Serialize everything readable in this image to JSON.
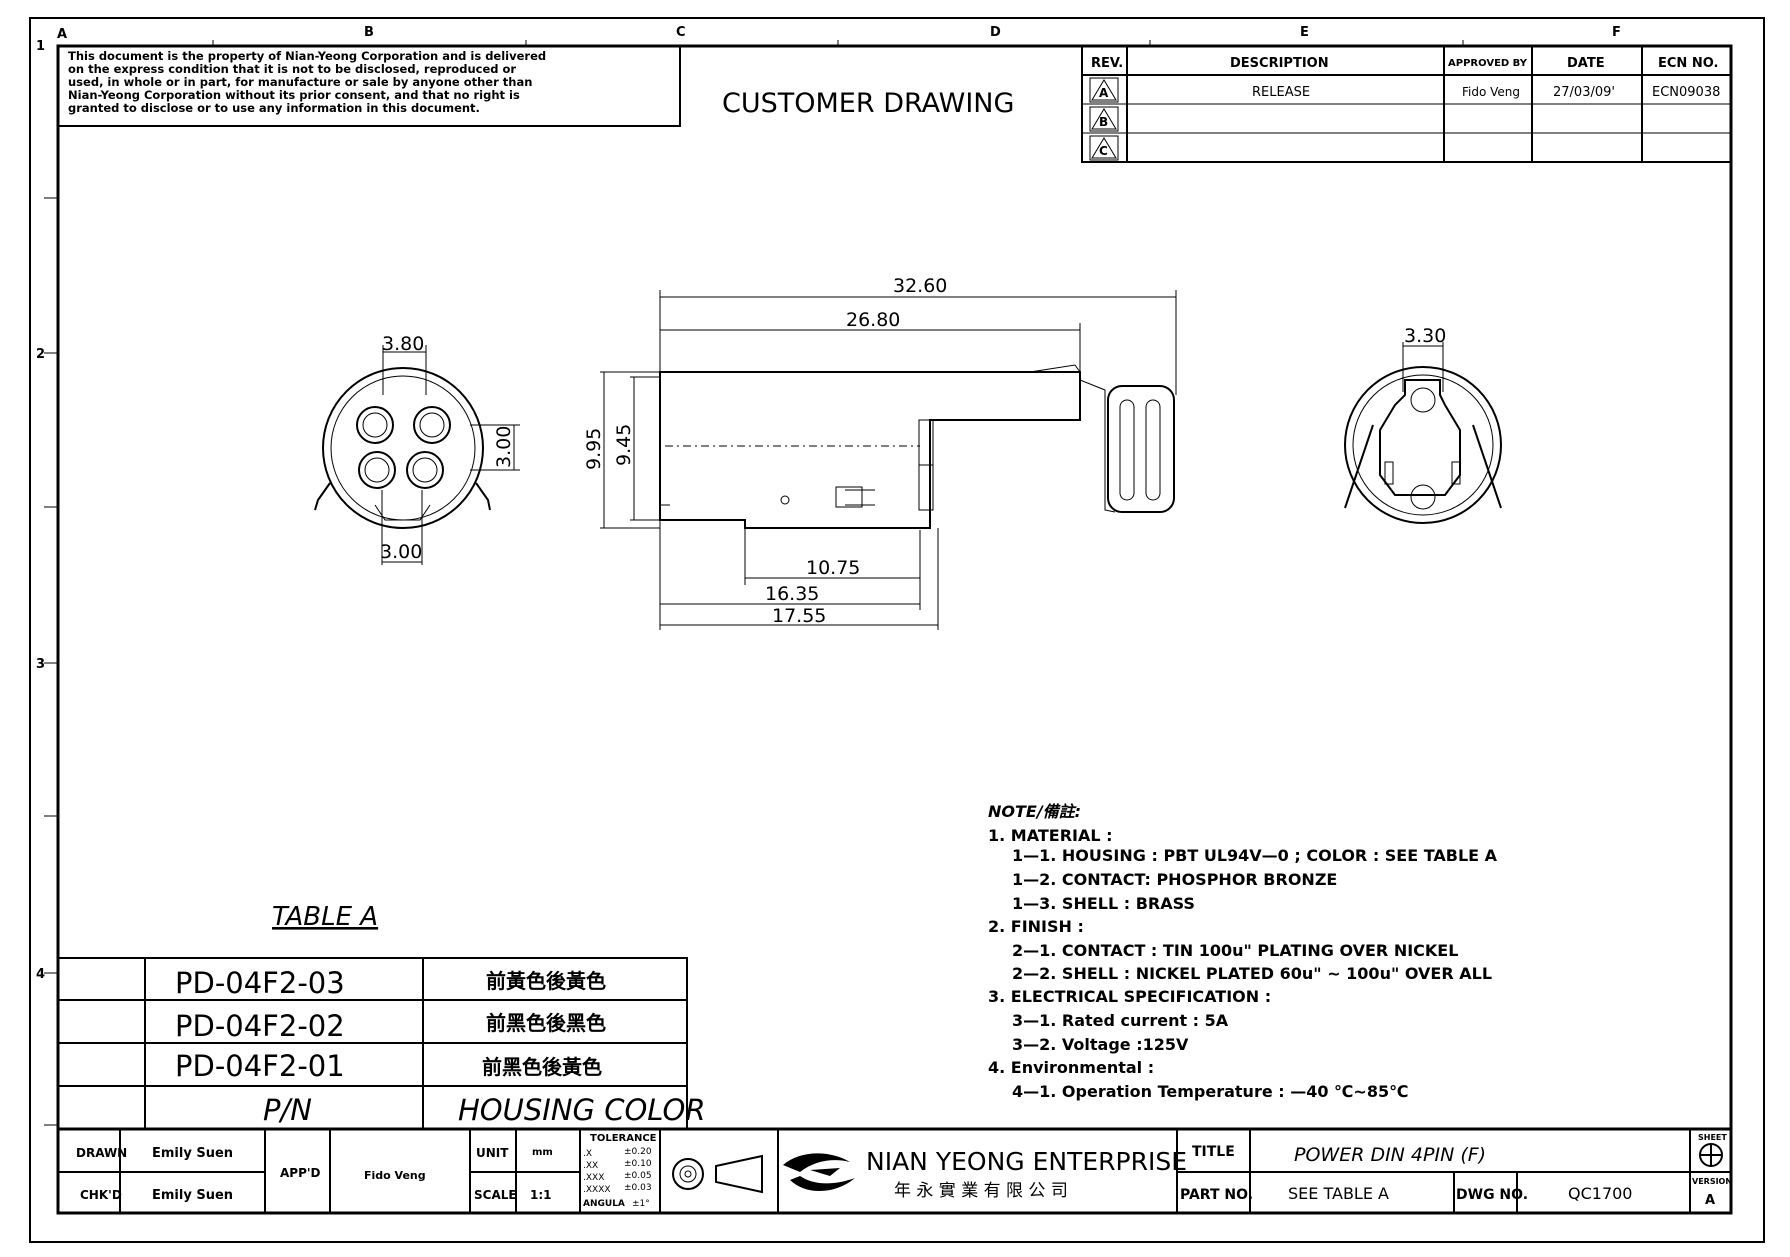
{
  "legal_notice": [
    "This document is the property of Nian-Yeong Corporation and is delivered",
    "on  the  express condition that it is not to be disclosed, reproduced or",
    "used, in whole or in part, for manufacture or sale by anyone other than",
    "Nian-Yeong Corporation without  its prior consent, and that  no right  is",
    "granted  to disclose or to use any information in this  document."
  ],
  "heading": "CUSTOMER  DRAWING",
  "zone_columns": [
    "A",
    "B",
    "C",
    "D",
    "E",
    "F"
  ],
  "zone_rows": [
    "1",
    "2",
    "3",
    "4"
  ],
  "revision_table": {
    "headers": [
      "REV.",
      "DESCRIPTION",
      "APPROVED BY",
      "DATE",
      "ECN NO."
    ],
    "rows": [
      {
        "rev": "A",
        "description": "RELEASE",
        "approved_by": "Fido Veng",
        "date": "27/03/09'",
        "ecn": "ECN09038"
      },
      {
        "rev": "B",
        "description": "",
        "approved_by": "",
        "date": "",
        "ecn": ""
      },
      {
        "rev": "C",
        "description": "",
        "approved_by": "",
        "date": "",
        "ecn": ""
      }
    ]
  },
  "dimensions": {
    "front_pin_pitch_h": "3.80",
    "front_pin_pitch_v": "3.00",
    "front_pin_pitch_bottom": "3.00",
    "side_total_length": "32.60",
    "side_body_length": "26.80",
    "side_height_outer": "9.95",
    "side_height_inner": "9.45",
    "side_10_75": "10.75",
    "side_16_35": "16.35",
    "side_17_55": "17.55",
    "rear_width": "3.30"
  },
  "table_a": {
    "title": "TABLE  A",
    "rows": [
      {
        "pn": "PD-04F2-03",
        "color": "前黃色後黃色"
      },
      {
        "pn": "PD-04F2-02",
        "color": "前黑色後黑色"
      },
      {
        "pn": "PD-04F2-01",
        "color": "前黑色後黃色"
      }
    ],
    "header_pn": "P/N",
    "header_color": "HOUSING  COLOR"
  },
  "notes": {
    "title": "NOTE/備註:",
    "lines": [
      "1.  MATERIAL  :",
      "1—1.  HOUSING  :  PBT  UL94V—0  ;  COLOR  :  SEE  TABLE  A",
      "1—2.  CONTACT:  PHOSPHOR  BRONZE",
      "1—3.  SHELL  :  BRASS",
      "2.  FINISH  :",
      "2—1.  CONTACT  :  TIN  100u\"  PLATING  OVER  NICKEL",
      "2—2.  SHELL  :  NICKEL  PLATED  60u\"  ~  100u\"  OVER  ALL",
      "3.  ELECTRICAL  SPECIFICATION  :",
      "3—1.  Rated  current  :  5A",
      "3—2.  Voltage  :125V",
      "4.  Environmental  :",
      "4—1.  Operation  Temperature  :  —40  ℃~85℃"
    ]
  },
  "title_block": {
    "drawn_label": "DRAWN",
    "drawn_by": "Emily Suen",
    "checked_label": "CHK'D",
    "checked_by": "Emily Suen",
    "approved_label": "APP'D",
    "approved_by": "Fido Veng",
    "unit_label": "UNIT",
    "unit_value": "mm",
    "scale_label": "SCALE",
    "scale_value": "1:1",
    "tolerance_title": "TOLERANCE",
    "tolerances": [
      {
        "fmt": ".X",
        "val": "±0.20"
      },
      {
        "fmt": ".XX",
        "val": "±0.10"
      },
      {
        "fmt": ".XXX",
        "val": "±0.05"
      },
      {
        "fmt": ".XXXX",
        "val": "±0.03"
      },
      {
        "fmt": "ANGULA",
        "val": "±1°"
      }
    ],
    "company_name": "NIAN YEONG ENTERPRISE",
    "company_name_cn": "年 永 實 業 有 限 公 司",
    "title_label": "TITLE",
    "title_value": "POWER  DIN  4PIN  (F)",
    "part_no_label": "PART NO.",
    "part_no_value": "SEE  TABLE  A",
    "dwg_no_label": "DWG NO.",
    "dwg_no_value": "QC1700",
    "sheet_label": "SHEET",
    "version_label": "VERSION",
    "version_value": "A"
  }
}
